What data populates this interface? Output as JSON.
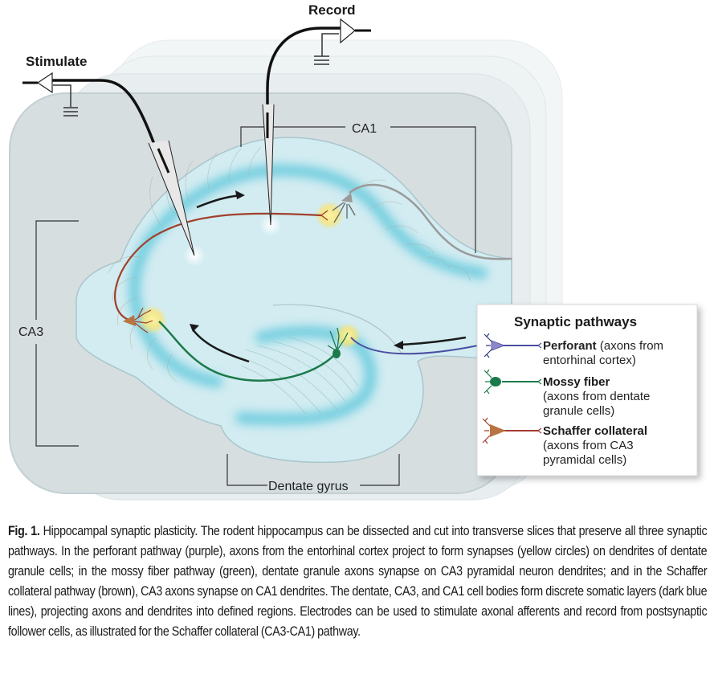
{
  "figure": {
    "electrodes": {
      "stimulate_label": "Stimulate",
      "record_label": "Record"
    },
    "regions": {
      "ca1": "CA1",
      "ca3": "CA3",
      "dentate_gyrus": "Dentate gyrus"
    },
    "legend": {
      "title": "Synaptic pathways",
      "items": [
        {
          "name": "Perforant",
          "desc_line1": " (axons from",
          "desc_line2": "entorhinal cortex)",
          "desc_line3": "",
          "color": "#4a4fa0",
          "soma_color": "#8f86c9"
        },
        {
          "name": "Mossy fiber",
          "desc_line1": "",
          "desc_line2": "(axons from dentate",
          "desc_line3": "granule cells)",
          "color": "#1b7a4a",
          "soma_color": "#1b7a4a"
        },
        {
          "name": "Schaffer collateral",
          "desc_line1": "",
          "desc_line2": "(axons from CA3",
          "desc_line3": "pyramidal cells)",
          "color": "#a33a2c",
          "soma_color": "#b87543"
        }
      ]
    },
    "colors": {
      "slice_bg": "#d7dfe1",
      "tissue": "#d2ecf1",
      "cell_layer": "#5ec7dc",
      "synapse": "#f7e27a",
      "schaffer": "#a0402a",
      "mossy": "#1b7a4a",
      "perforant": "#4a4fa0"
    }
  },
  "caption": {
    "fig_label": "Fig. 1.",
    "text": " Hippocampal synaptic plasticity. The rodent hippocampus can be dissected and cut into transverse slices that preserve all three synaptic pathways. In the perforant pathway (purple), axons from the entorhinal cortex project to form synapses (yellow circles) on dendrites of dentate granule cells; in the mossy fiber pathway (green), dentate granule axons synapse on CA3 pyramidal neuron dendrites; and in the Schaffer collateral pathway (brown), CA3 axons synapse on CA1 dendrites. The dentate, CA3, and CA1 cell bodies form discrete somatic layers (dark blue lines), projecting axons and dendrites into defined regions. Electrodes can be used to stimulate axonal afferents and record from postsynaptic follower cells, as illustrated for the Schaffer collateral (CA3-CA1) pathway."
  }
}
